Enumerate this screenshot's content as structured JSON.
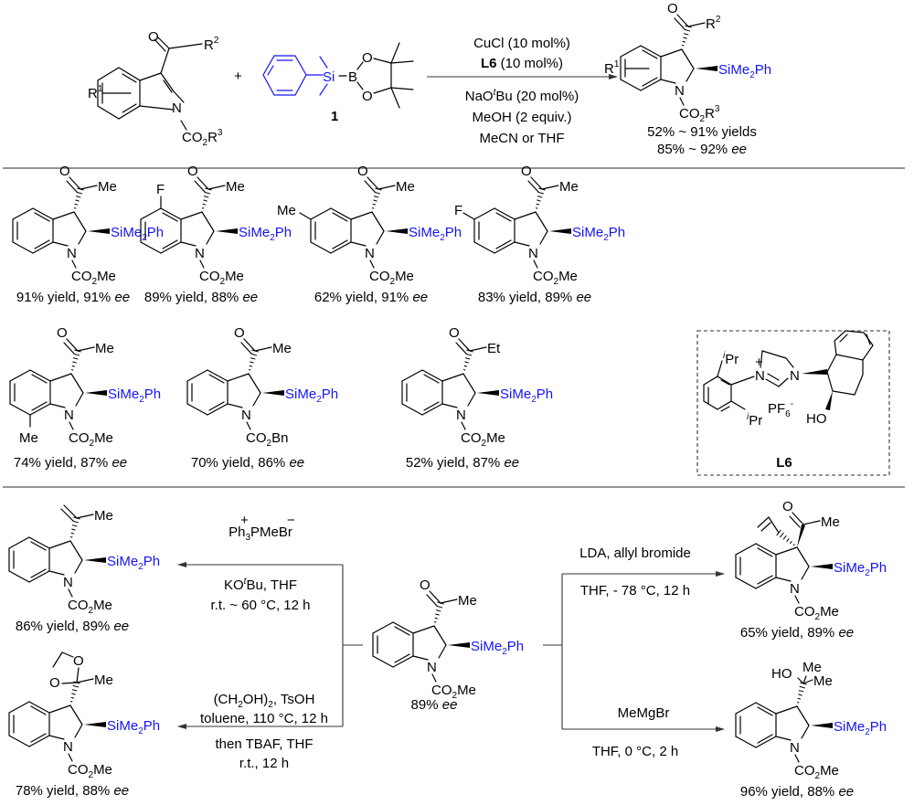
{
  "colors": {
    "silyl_blue": "#1414ff",
    "ink": "#000000",
    "rule": "#555555"
  },
  "general_reaction": {
    "substrate": {
      "r1": "R",
      "r1_sup": "1",
      "r2": "R",
      "r2_sup": "2",
      "o": "O",
      "n": "N",
      "ester": "CO",
      "ester_sub": "2",
      "ester_r": "R",
      "ester_r_sup": "3"
    },
    "plus": "+",
    "reagent": {
      "si": "Si",
      "b": "B",
      "o1": "O",
      "o2": "O",
      "label": "1"
    },
    "conditions_above": [
      "CuCl (10 mol%)",
      "(10 mol%)"
    ],
    "conditions_above_bold": "L6",
    "conditions_below": [
      {
        "pre": "NaO",
        "sup": "t",
        "post": "Bu (20 mol%)"
      },
      {
        "pre": "MeOH (2 equiv.)",
        "sup": "",
        "post": ""
      },
      {
        "pre": "MeCN or THF",
        "sup": "",
        "post": ""
      }
    ],
    "product": {
      "r1": "R",
      "r1_sup": "1",
      "r2": "R",
      "r2_sup": "2",
      "o": "O",
      "n": "N",
      "silyl": "SiMe",
      "silyl_sub": "2",
      "silyl_post": "Ph",
      "ester": "CO",
      "ester_sub": "2",
      "ester_r": "R",
      "ester_r_sup": "3"
    },
    "yield_range": "52% ~ 91% yields",
    "ee_range_value": "85% ~ 92%",
    "ee_label": "ee"
  },
  "scope": [
    {
      "acyl": "Me",
      "sub": "",
      "ester": "Me",
      "yield": "91% yield, 91%",
      "ee": "ee"
    },
    {
      "acyl": "Me",
      "sub": "F",
      "sub_pos": "4",
      "ester": "Me",
      "yield": "89% yield, 88%",
      "ee": "ee"
    },
    {
      "acyl": "Me",
      "sub": "Me",
      "sub_pos": "5",
      "ester": "Me",
      "yield": "62% yield, 91%",
      "ee": "ee"
    },
    {
      "acyl": "Me",
      "sub": "F",
      "sub_pos": "5",
      "ester": "Me",
      "yield": "83% yield, 89%",
      "ee": "ee"
    },
    {
      "acyl": "Me",
      "sub": "Me",
      "sub_pos": "7",
      "ester": "Me",
      "yield": "74% yield, 87%",
      "ee": "ee"
    },
    {
      "acyl": "Me",
      "sub": "",
      "ester": "Bn",
      "yield": "70% yield, 86%",
      "ee": "ee"
    },
    {
      "acyl": "Et",
      "sub": "",
      "ester": "Me",
      "yield": "52% yield, 87%",
      "ee": "ee"
    }
  ],
  "ligand": {
    "ipr_top": "Pr",
    "ipr_bottom": "Pr",
    "i": "i",
    "n_plus": "N",
    "plus": "+",
    "n": "N",
    "pf6": "PF",
    "pf6_sub": "6",
    "pf6_sup": "-",
    "ho": "HO",
    "label": "L6"
  },
  "derivatization": {
    "center": {
      "acyl": "Me",
      "ester": "Me",
      "ee_value": "89%",
      "ee_label": "ee"
    },
    "wittig": {
      "reagent_pre": "Ph",
      "reagent_sub": "3",
      "reagent_post": "PMeBr",
      "plus": "+",
      "minus": "−",
      "cond1_pre": "KO",
      "cond1_sup": "t",
      "cond1_post": "Bu, THF",
      "cond2": "r.t. ~ 60 °C, 12 h",
      "product_me": "Me",
      "ester": "Me",
      "yield": "86% yield, 89%",
      "ee": "ee"
    },
    "ketal": {
      "cond1_pre": "(CH",
      "cond1_sub": "2",
      "cond1_mid": "OH)",
      "cond1_sub2": "2",
      "cond1_post": ", TsOH",
      "cond2": "toluene, 110 °C, 12 h",
      "cond3": "then TBAF, THF",
      "cond4": "r.t., 12 h",
      "o1": "O",
      "o2": "O",
      "product_me": "Me",
      "ester": "Me",
      "yield": "78% yield, 88%",
      "ee": "ee"
    },
    "allylation": {
      "cond1": "LDA, allyl bromide",
      "cond2": "THF, - 78 °C, 12 h",
      "acyl": "Me",
      "ester": "Me",
      "yield": "65% yield, 89%",
      "ee": "ee"
    },
    "grignard": {
      "cond1": "MeMgBr",
      "cond2": "THF, 0 °C, 2 h",
      "ho": "HO",
      "me1": "Me",
      "me2": "Me",
      "ester": "Me",
      "yield": "96% yield, 88%",
      "ee": "ee"
    }
  }
}
